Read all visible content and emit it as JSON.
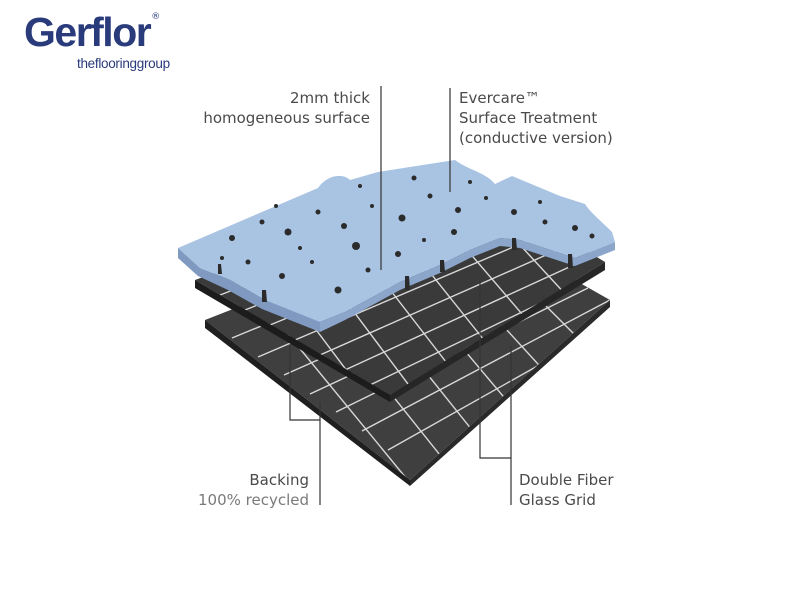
{
  "logo": {
    "brand": "Gerflor",
    "registered": "®",
    "tagline": "theflooringgroup"
  },
  "labels": {
    "surface": {
      "line1": "2mm thick",
      "line2": "homogeneous surface"
    },
    "treatment": {
      "line1": "Evercare™",
      "line2": "Surface Treatment",
      "line3": "(conductive version)"
    },
    "backing": {
      "line1": "Backing",
      "line2": "100% recycled"
    },
    "grid": {
      "line1": "Double Fiber",
      "line2": "Glass Grid"
    }
  },
  "colors": {
    "brand": "#2a3b7c",
    "surface": "#a9c3e3",
    "backing": "#3a3a3a",
    "grid_lines": "#d9d9d9",
    "callout": "#333333"
  }
}
